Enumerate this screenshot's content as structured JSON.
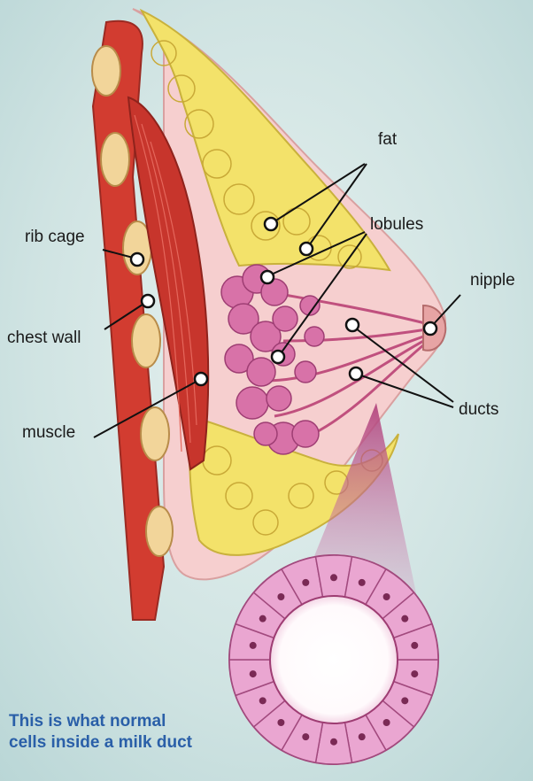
{
  "labels": {
    "fat": "fat",
    "lobules": "lobules",
    "rib_cage": "rib cage",
    "nipple": "nipple",
    "chest_wall": "chest wall",
    "ducts": "ducts",
    "muscle": "muscle"
  },
  "caption": {
    "line1": "This is what normal",
    "line2": "cells inside a milk duct"
  },
  "colors": {
    "background": "#cfe3e2",
    "fat": "#f3e26a",
    "muscle": "#c7352c",
    "tissue": "#f3c7c7",
    "lobule": "#d872a8",
    "caption": "#2a5fa8"
  }
}
